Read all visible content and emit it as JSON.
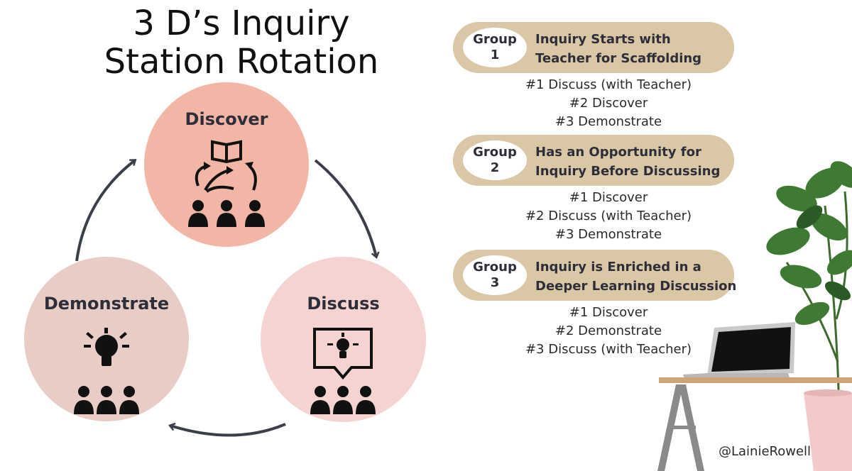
{
  "title": {
    "line1": "3 D’s Inquiry",
    "line2": "Station Rotation"
  },
  "cycle": {
    "discover": {
      "label": "Discover",
      "color": "#f2b6a6",
      "icon": "book-arrows-group-icon"
    },
    "discuss": {
      "label": "Discuss",
      "color": "#f5d3d1",
      "icon": "lightbulb-speech-group-icon"
    },
    "demonstrate": {
      "label": "Demonstrate",
      "color": "#e8cdc7",
      "icon": "lightbulb-group-icon"
    }
  },
  "groups": [
    {
      "badge_line1": "Group",
      "badge_line2": "1",
      "desc_line1": "Inquiry Starts with",
      "desc_line2": "Teacher for Scaffolding",
      "steps": [
        "#1 Discuss (with Teacher)",
        "#2 Discover",
        "#3 Demonstrate"
      ]
    },
    {
      "badge_line1": "Group",
      "badge_line2": "2",
      "desc_line1": "Has an Opportunity for",
      "desc_line2": "Inquiry Before Discussing",
      "steps": [
        "#1 Discover",
        "#2 Discuss (with Teacher)",
        "#3 Demonstrate"
      ]
    },
    {
      "badge_line1": "Group",
      "badge_line2": "3",
      "desc_line1": "Inquiry is Enriched in a",
      "desc_line2": "Deeper Learning Discussion",
      "steps": [
        "#1 Discover",
        "#2 Demonstrate",
        "#3 Discuss (with Teacher)"
      ]
    }
  ],
  "colors": {
    "group_box": "#d9c7a6",
    "badge": "#ffffff",
    "text_dark": "#2e2e3a",
    "arrow": "#3a3f4a"
  },
  "credit": "@LainieRowell"
}
